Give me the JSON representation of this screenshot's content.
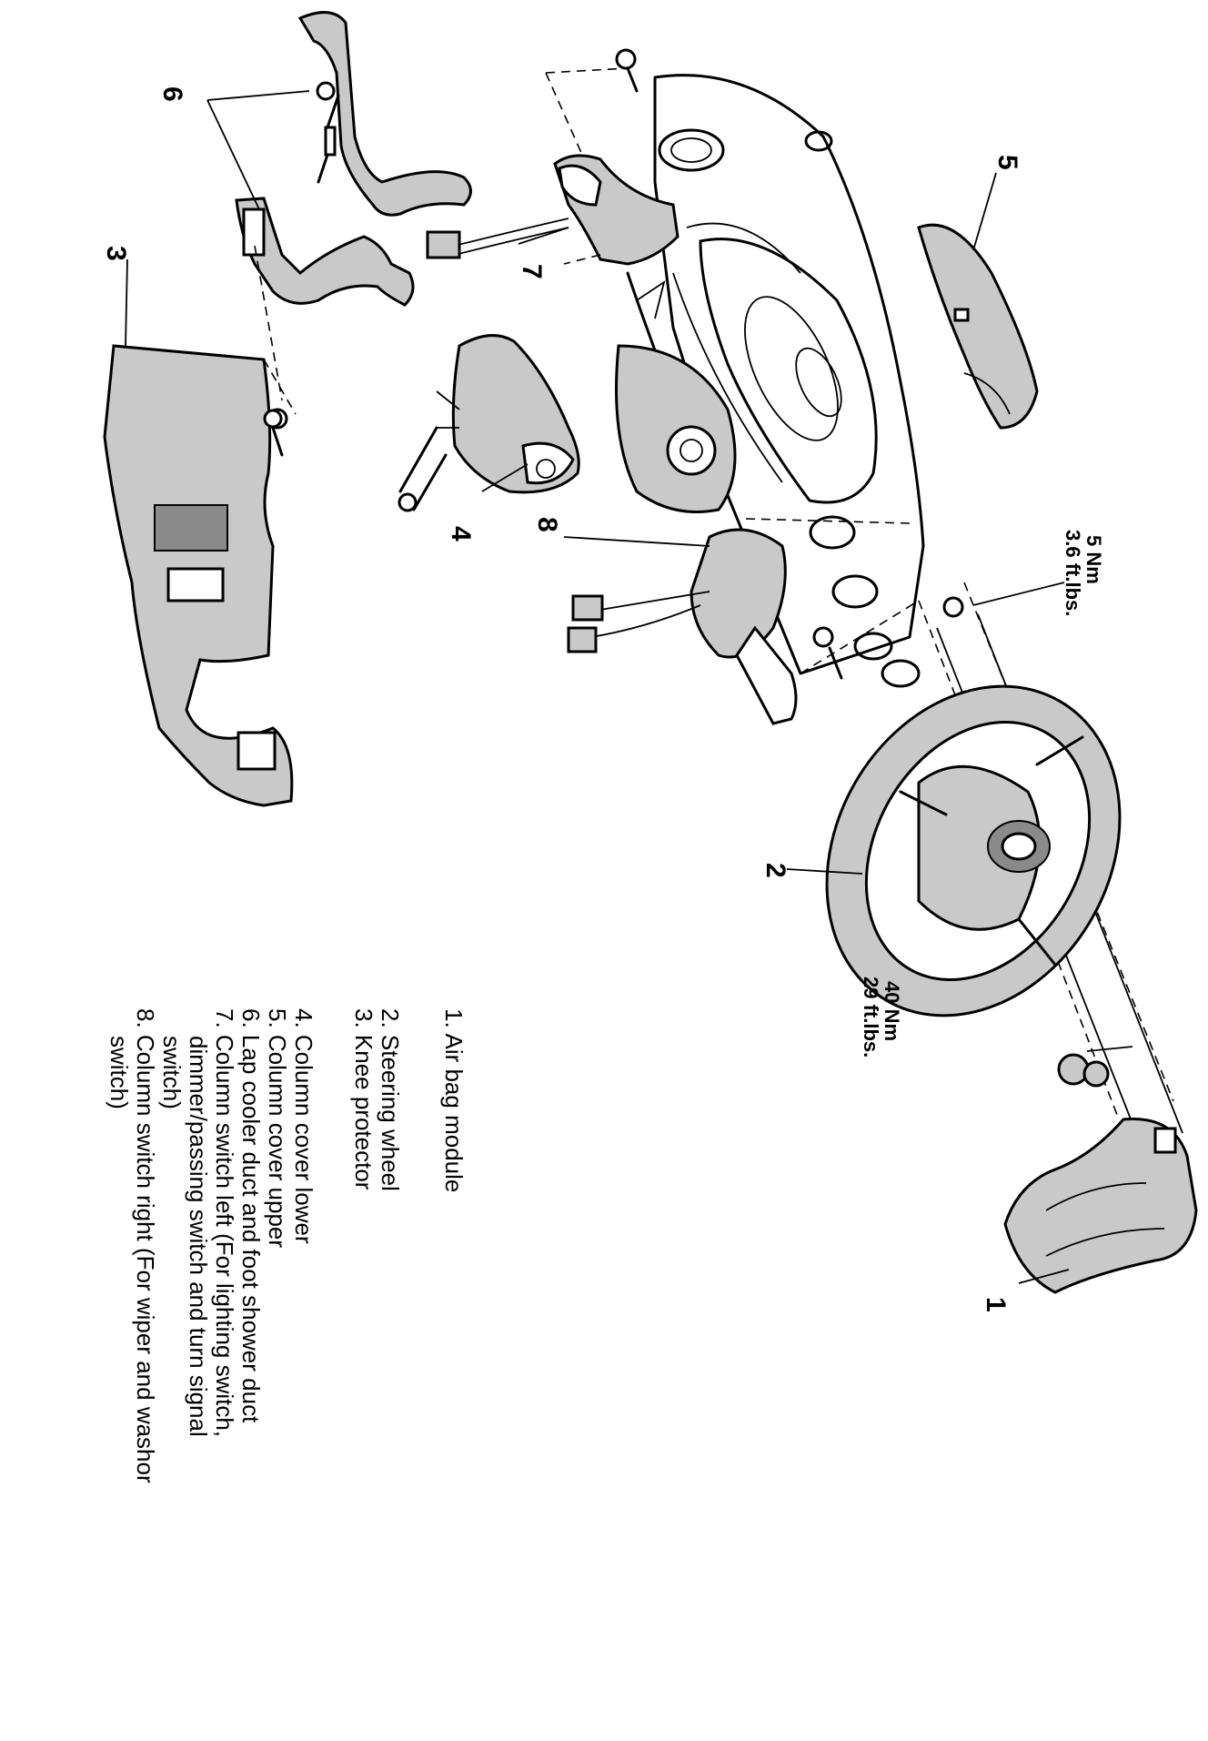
{
  "callouts": {
    "c1": "1",
    "c2": "2",
    "c3": "3",
    "c4": "4",
    "c5": "5",
    "c6": "6",
    "c7": "7",
    "c8": "8"
  },
  "torques": {
    "small": {
      "nm": "5 Nm",
      "ftlbs": "3.6 ft.lbs."
    },
    "large": {
      "nm": "40 Nm",
      "ftlbs": "29 ft.lbs."
    }
  },
  "legend": [
    {
      "lines": [
        "1.  Air bag module"
      ]
    },
    {
      "lines": [
        "2.  Steering wheel"
      ]
    },
    {
      "lines": [
        "3.  Knee protector"
      ]
    },
    {
      "lines": [
        "4.  Column cover lower"
      ]
    },
    {
      "lines": [
        "5.  Column cover upper"
      ]
    },
    {
      "lines": [
        "6.  Lap cooler duct and foot shower duct"
      ]
    },
    {
      "lines": [
        "7.  Column switch left (For lighting switch,",
        "dimmer/passing switch and turn signal",
        "switch)"
      ]
    },
    {
      "lines": [
        "8.  Column switch right (For wiper and washor",
        "switch)"
      ]
    }
  ]
}
